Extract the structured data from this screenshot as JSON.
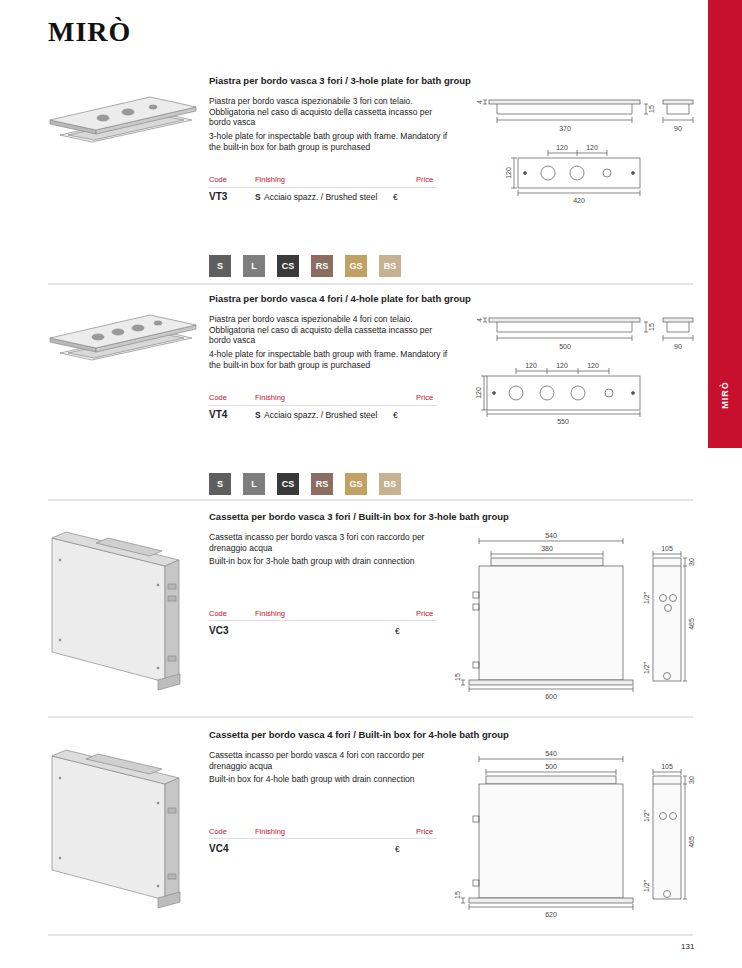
{
  "diagram": {
    "title": "MIRÒ",
    "nodes": [
      {
        "text": [
          "MIRÒ"
        ]
      },
      {
        "text": [
          "S"
        ]
      },
      {
        "text": [
          "L"
        ]
      },
      {
        "text": [
          "CS"
        ]
      },
      {
        "text": [
          "RS"
        ]
      },
      {
        "text": [
          "GS"
        ]
      },
      {
        "text": [
          "BS"
        ]
      },
      {
        "text": [
          "S"
        ]
      },
      {
        "text": [
          "L"
        ]
      },
      {
        "text": [
          "CS"
        ]
      },
      {
        "text": [
          "RS"
        ]
      },
      {
        "text": [
          "GS"
        ]
      },
      {
        "text": [
          "BS"
        ]
      }
    ],
    "labels": [
      "Piastra per bordo vasca 3 fori / 3-hole plate for bath group",
      "Piastra per bordo vasca ispezionabile 3 fori con telaio. Obbligatoria nel caso di acquisto della cassetta incasso per bordo vasca",
      "3-hole plate for inspectable bath group with frame. Mandatory if the built-in box for bath group is purchased",
      "Code",
      "Finishing",
      "Price",
      "VT3",
      "S",
      "Acciaio spazz. / Brushed steel",
      "€",
      "4",
      "370",
      "15",
      "90",
      "120",
      "120",
      "120",
      "420",
      "Piastra per bordo vasca 4 fori / 4-hole plate for bath group",
      "Piastra per bordo vasca ispezionabile 4 fori con telaio. Obbligatoria nel caso di acquisto della cassetta incasso per bordo vasca",
      "4-hole plate for inspectable bath group with frame. Mandatory if the built-in box for bath group is purchased",
      "Code",
      "Finishing",
      "Price",
      "VT4",
      "S",
      "Acciaio spazz. / Brushed steel",
      "€",
      "4",
      "500",
      "15",
      "90",
      "120",
      "120",
      "120",
      "120",
      "550",
      "Cassetta per bordo vasca 3 fori / Built-in box for 3-hole bath group",
      "Cassetta incasso per bordo vasca 3 fori con raccordo per drenaggio acqua",
      "Built-in box for 3-hole bath group with drain connection",
      "Code",
      "Finishing",
      "Price",
      "VC3",
      "€",
      "540",
      "380",
      "105",
      "30",
      "1/2\"",
      "465",
      "1/2\"",
      "15",
      "600",
      "Cassetta per bordo vasca 4 fori / Built-in box for 4-hole bath group",
      "Cassetta incasso per bordo vasca 4 fori con raccordo per drenaggio acqua",
      "Built-in box for 4-hole bath group with drain connection",
      "Code",
      "Finishing",
      "Price",
      "VC4",
      "€",
      "540",
      "500",
      "105",
      "30",
      "1/2\"",
      "465",
      "1/2\"",
      "15",
      "620",
      "131"
    ]
  }
}
